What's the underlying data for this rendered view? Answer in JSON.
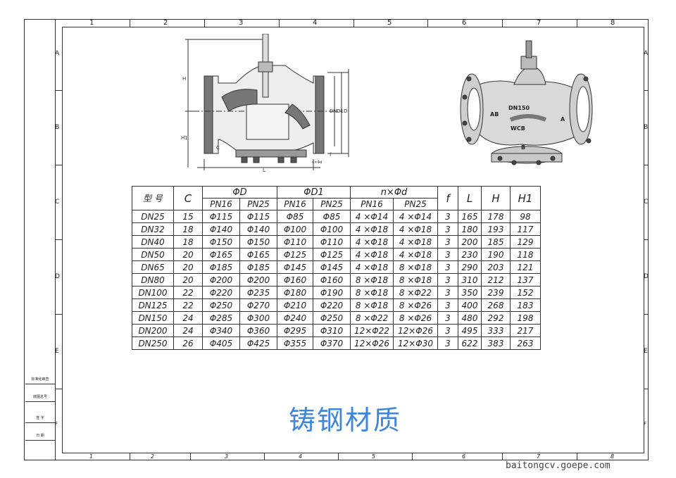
{
  "drawing": {
    "zone_numbers_top": [
      "1",
      "2",
      "3",
      "4",
      "5",
      "6",
      "7",
      "8"
    ],
    "zone_numbers_bottom": [
      "1",
      "2",
      "3",
      "4",
      "5",
      "6",
      "7",
      "8"
    ],
    "zone_letters": [
      "A",
      "B",
      "C",
      "D",
      "E",
      "F"
    ],
    "side_labels": [
      "标准化审查",
      "底图总号",
      "签 字",
      "日 期"
    ],
    "section_dims": {
      "h": "H",
      "h1": "H1",
      "c": "C",
      "l": "L",
      "dn": "DN",
      "d1": "D1",
      "d": "D",
      "f": "f",
      "nd": "n×Φd"
    },
    "valve_3d_labels": {
      "dn": "DN150",
      "wcb": "WCB",
      "ab": "AB",
      "a": "A",
      "b": "B"
    }
  },
  "table": {
    "headers": {
      "model": "型 号",
      "c": "C",
      "phi_d": "ΦD",
      "phi_d1": "ΦD1",
      "n_phi_d": "n×Φd",
      "f": "f",
      "l": "L",
      "h": "H",
      "h1": "H1",
      "pn16": "PN16",
      "pn25": "PN25"
    },
    "rows": [
      [
        "DN25",
        "15",
        "Φ115",
        "Φ115",
        "Φ85",
        "Φ85",
        "4 ×Φ14",
        "4 ×Φ14",
        "3",
        "165",
        "178",
        "98"
      ],
      [
        "DN32",
        "18",
        "Φ140",
        "Φ140",
        "Φ100",
        "Φ100",
        "4 ×Φ18",
        "4 ×Φ18",
        "3",
        "180",
        "193",
        "117"
      ],
      [
        "DN40",
        "18",
        "Φ150",
        "Φ150",
        "Φ110",
        "Φ110",
        "4 ×Φ18",
        "4 ×Φ18",
        "3",
        "200",
        "185",
        "129"
      ],
      [
        "DN50",
        "20",
        "Φ165",
        "Φ165",
        "Φ125",
        "Φ125",
        "4 ×Φ18",
        "4 ×Φ18",
        "3",
        "230",
        "190",
        "118"
      ],
      [
        "DN65",
        "20",
        "Φ185",
        "Φ185",
        "Φ145",
        "Φ145",
        "4 ×Φ18",
        "8 ×Φ18",
        "3",
        "290",
        "203",
        "121"
      ],
      [
        "DN80",
        "20",
        "Φ200",
        "Φ200",
        "Φ160",
        "Φ160",
        "8 ×Φ18",
        "8 ×Φ18",
        "3",
        "310",
        "212",
        "137"
      ],
      [
        "DN100",
        "22",
        "Φ220",
        "Φ235",
        "Φ180",
        "Φ190",
        "8 ×Φ18",
        "8 ×Φ22",
        "3",
        "350",
        "239",
        "152"
      ],
      [
        "DN125",
        "22",
        "Φ250",
        "Φ270",
        "Φ210",
        "Φ220",
        "8 ×Φ18",
        "8 ×Φ26",
        "3",
        "400",
        "268",
        "183"
      ],
      [
        "DN150",
        "24",
        "Φ285",
        "Φ300",
        "Φ240",
        "Φ250",
        "8 ×Φ22",
        "8 ×Φ26",
        "3",
        "480",
        "292",
        "198"
      ],
      [
        "DN200",
        "24",
        "Φ340",
        "Φ360",
        "Φ295",
        "Φ310",
        "12×Φ22",
        "12×Φ26",
        "3",
        "495",
        "333",
        "217"
      ],
      [
        "DN250",
        "26",
        "Φ405",
        "Φ425",
        "Φ355",
        "Φ370",
        "12×Φ26",
        "12×Φ30",
        "3",
        "622",
        "383",
        "263"
      ]
    ]
  },
  "material_title": "铸钢材质",
  "watermark": "baitongcv.goepe.com"
}
